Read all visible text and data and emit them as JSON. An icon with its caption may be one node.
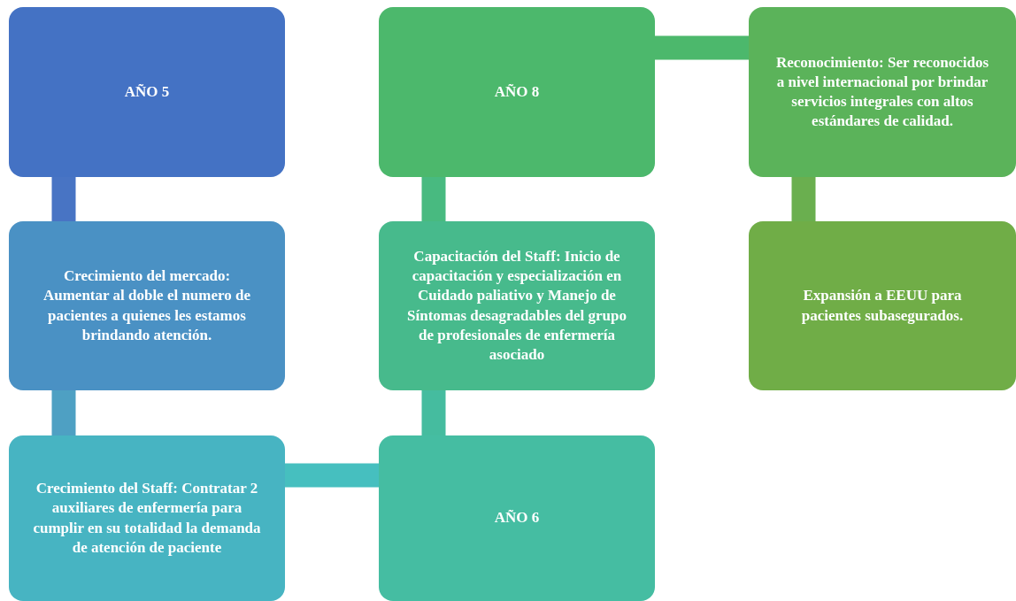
{
  "diagram": {
    "nodes": [
      {
        "text": [
          "AÑO 5"
        ]
      },
      {
        "text": [
          "Crecimiento del mercado: Aumentar al doble el numero de pacientes a quienes les estamos brindando atención."
        ]
      },
      {
        "text": [
          "Crecimiento del Staff: Contratar 2 auxiliares de enfermería para cumplir en su totalidad la demanda de atención de paciente"
        ]
      },
      {
        "text": [
          "AÑO 6"
        ]
      },
      {
        "text": [
          "Capacitación del Staff: Inicio de capacitación y especialización en Cuidado paliativo y Manejo de Síntomas desagradables del grupo de profesionales de enfermería asociado"
        ]
      },
      {
        "text": [
          "AÑO 8"
        ]
      },
      {
        "text": [
          "Reconocimiento: Ser reconocidos a nivel internacional por brindar servicios integrales con altos estándares de calidad."
        ]
      },
      {
        "text": [
          "Expansión a EEUU para pacientes subasegurados."
        ]
      }
    ],
    "edges": [
      {
        "from": 0,
        "to": 1,
        "arrow": "none",
        "color": "#4874c4"
      },
      {
        "from": 1,
        "to": 2,
        "arrow": "none",
        "color": "#4ea0c3"
      },
      {
        "from": 2,
        "to": 3,
        "arrow": "none",
        "color": "#46bfbf"
      },
      {
        "from": 3,
        "to": 4,
        "arrow": "none",
        "color": "#45bc9f"
      },
      {
        "from": 4,
        "to": 5,
        "arrow": "none",
        "color": "#48ba80"
      },
      {
        "from": 5,
        "to": 6,
        "arrow": "none",
        "color": "#4cb86c"
      },
      {
        "from": 6,
        "to": 7,
        "arrow": "none",
        "color": "#6aaf4f"
      }
    ]
  }
}
